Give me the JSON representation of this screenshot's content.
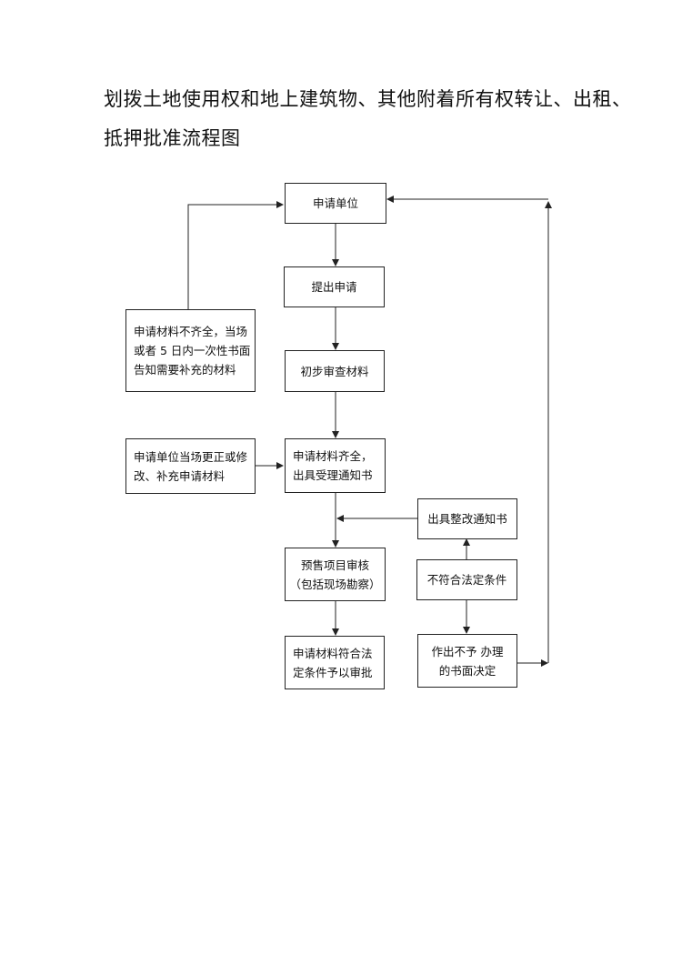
{
  "title": {
    "line1": "划拨土地使用权和地上建筑物、其他附着所有权转让、出租、",
    "line2": "抵押批准流程图"
  },
  "nodes": {
    "applicant": {
      "lines": [
        "申请单位"
      ]
    },
    "submit": {
      "lines": [
        "提出申请"
      ]
    },
    "review": {
      "lines": [
        "初步审查材料"
      ]
    },
    "complete": {
      "lines": [
        "申请材料齐全，",
        "出具受理通知书"
      ]
    },
    "presale": {
      "lines": [
        "预售项目审核",
        "（包括现场勘察）"
      ]
    },
    "approve": {
      "lines": [
        "申请材料符合法",
        "定条件予以审批"
      ]
    },
    "incomplete": {
      "lines": [
        "申请材料不齐全，当场",
        "或者 5 日内一次性书面",
        "告知需要补充的材料"
      ]
    },
    "amend": {
      "lines": [
        "申请单位当场更正或修",
        "改、补充申请材料"
      ]
    },
    "rectify": {
      "lines": [
        "出具整改通知书"
      ]
    },
    "nonconform": {
      "lines": [
        "不符合法定条件"
      ]
    },
    "reject": {
      "lines": [
        "作出不予 办理",
        "的书面决定"
      ]
    }
  },
  "colors": {
    "line": "#222222",
    "text": "#111111"
  }
}
